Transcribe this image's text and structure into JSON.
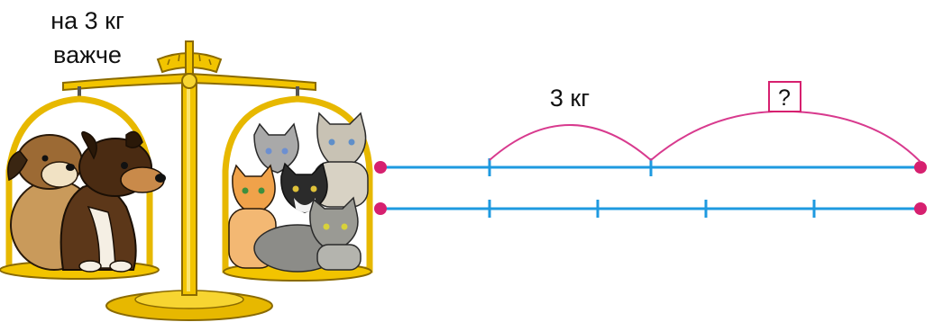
{
  "caption": {
    "line1": "на 3 кг",
    "line2": "важче"
  },
  "diagram": {
    "segment_label": "3 кг",
    "unknown_label": "?"
  },
  "colors": {
    "line": "#1e9ae0",
    "point": "#d6206f",
    "arc": "#d83a8e",
    "scale_gold": "#f2c400",
    "scale_gold_dark": "#b88a00"
  },
  "icons": [
    "balance-scale-icon",
    "dogs-icon",
    "cats-icon"
  ]
}
